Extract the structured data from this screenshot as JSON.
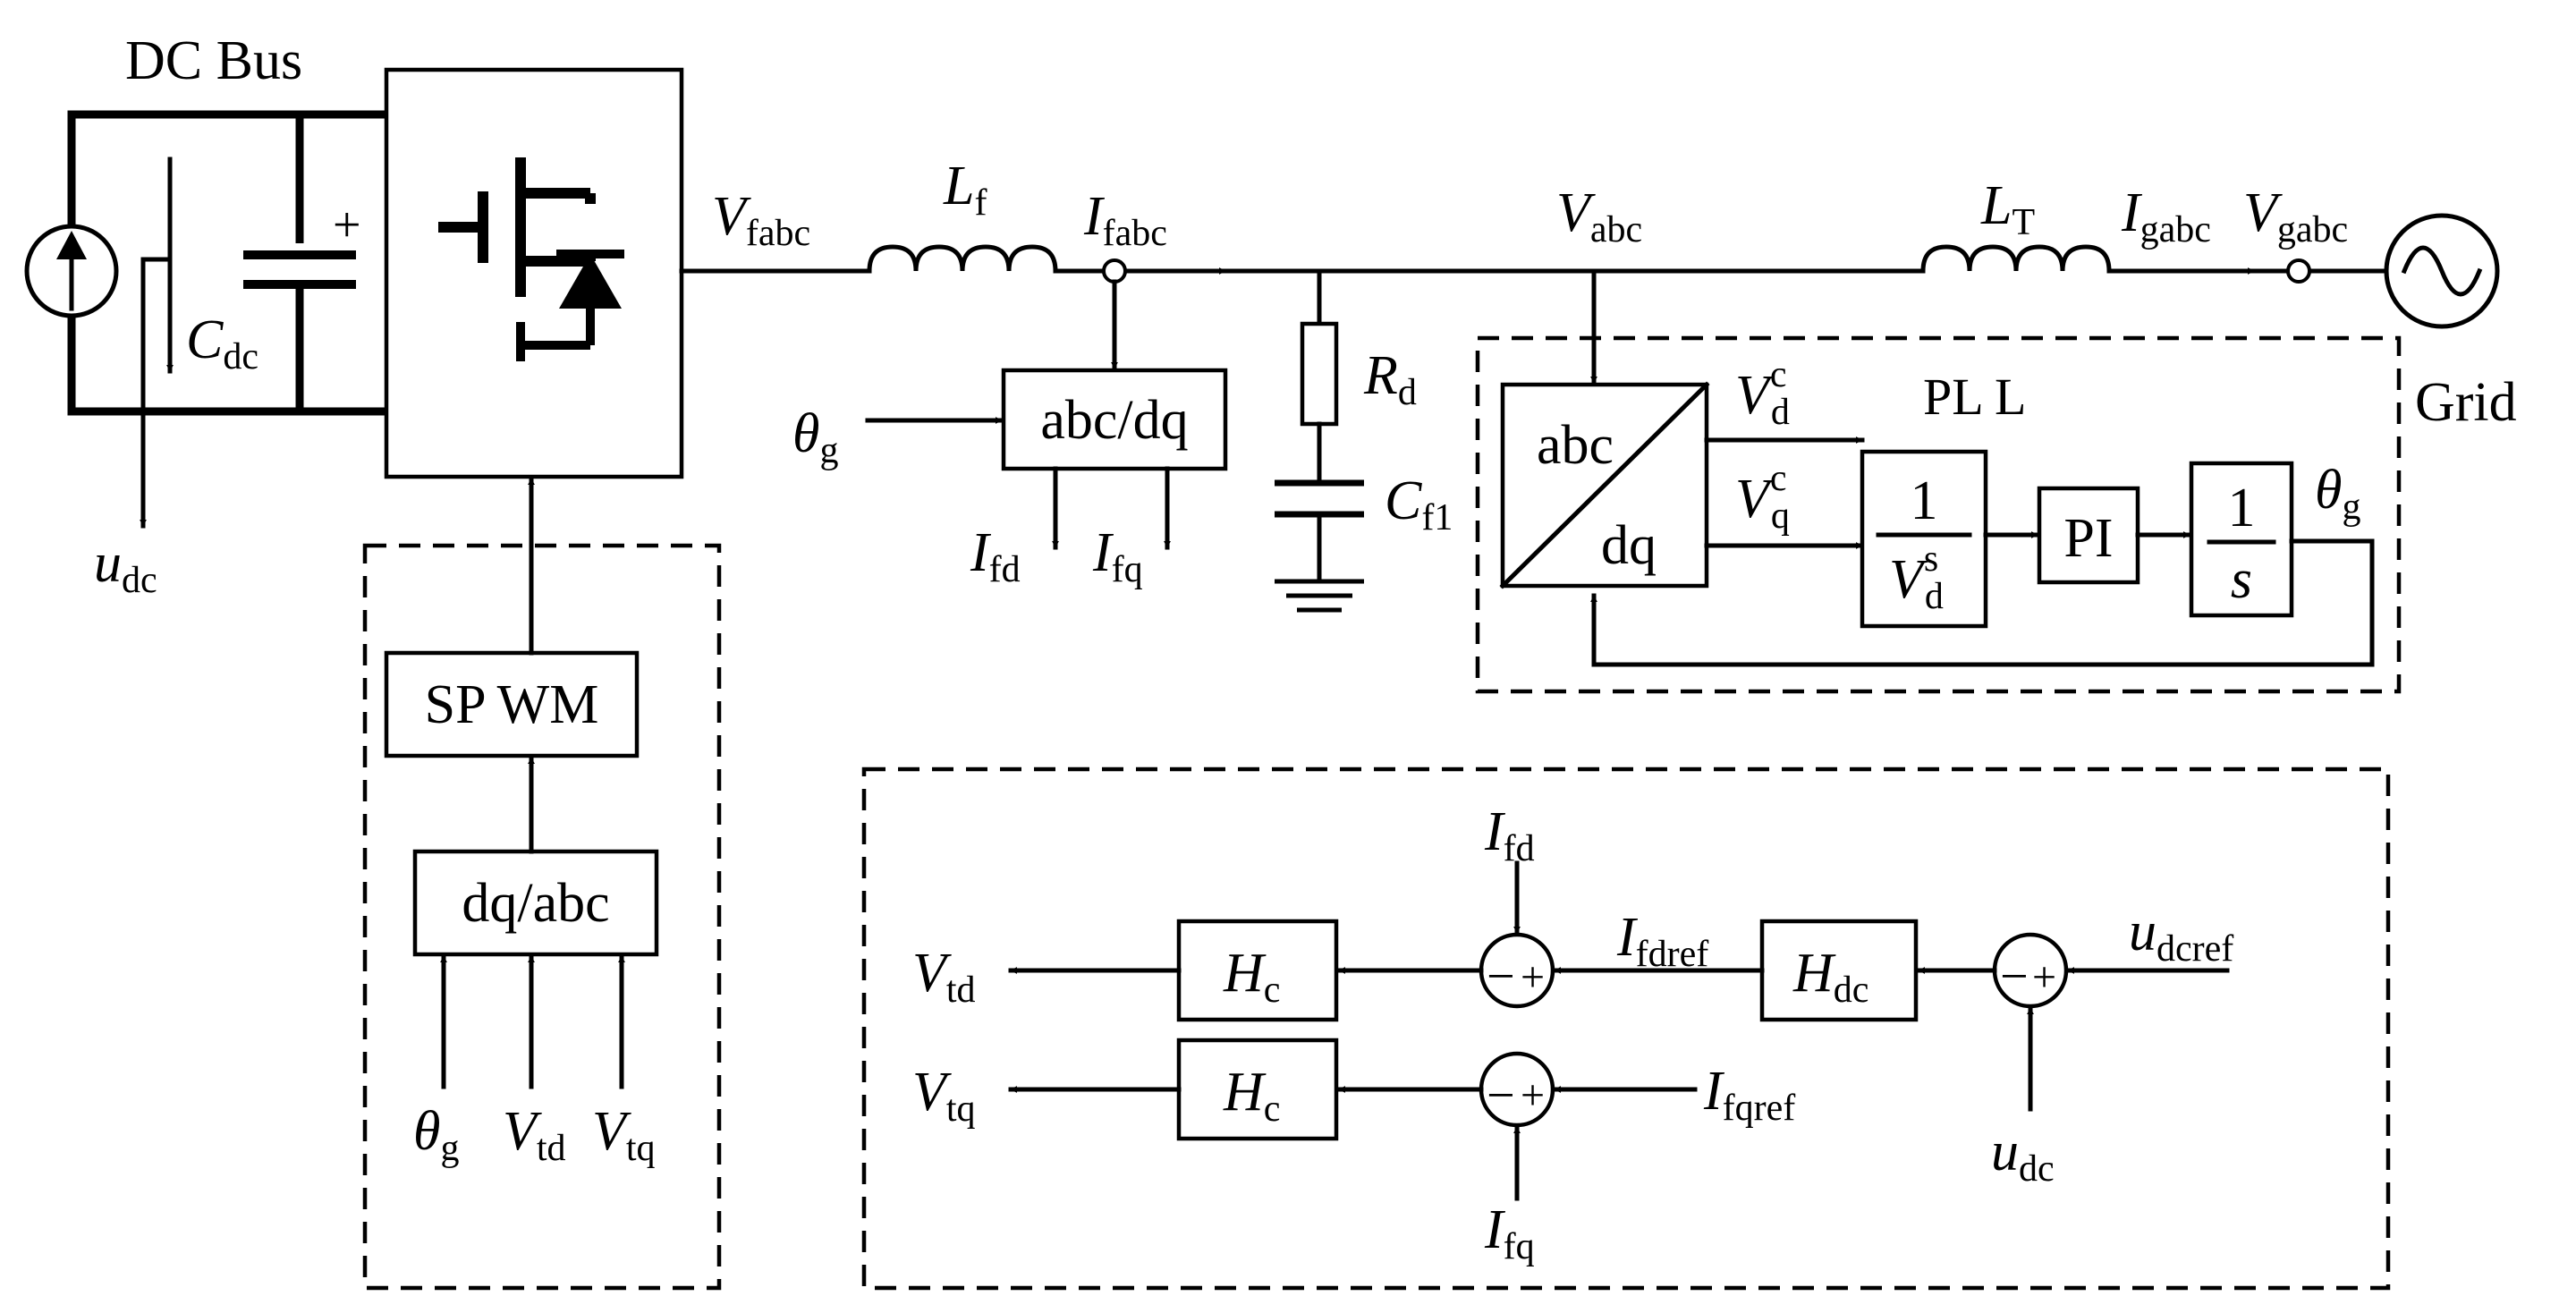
{
  "labels": {
    "dc_bus": "DC Bus",
    "grid": "Grid",
    "pll": "PL L",
    "spwm": "SP WM",
    "dq_abc": "dq/abc",
    "abc_dq": "abc/dq",
    "abc": "abc",
    "dq": "dq",
    "pi": "PI",
    "one": "1",
    "s": "s",
    "plus": "+",
    "minus": "−"
  },
  "symbols": {
    "V": "V",
    "I": "I",
    "L": "L",
    "R": "R",
    "C": "C",
    "H": "H",
    "u": "u",
    "theta": "θ",
    "sub_fabc": "fabc",
    "sub_f": "f",
    "sub_abc": "abc",
    "sub_T": "T",
    "sub_gabc": "gabc",
    "sub_dc": "dc",
    "sub_d": "d",
    "sub_q": "q",
    "sub_f1": "f1",
    "sub_g": "g",
    "sub_fd": "fd",
    "sub_fq": "fq",
    "sub_td": "td",
    "sub_tq": "tq",
    "sub_fdref": "fdref",
    "sub_fqref": "fqref",
    "sub_dcref": "dcref",
    "sub_c": "c",
    "sup_c": "c",
    "sup_s": "s"
  }
}
